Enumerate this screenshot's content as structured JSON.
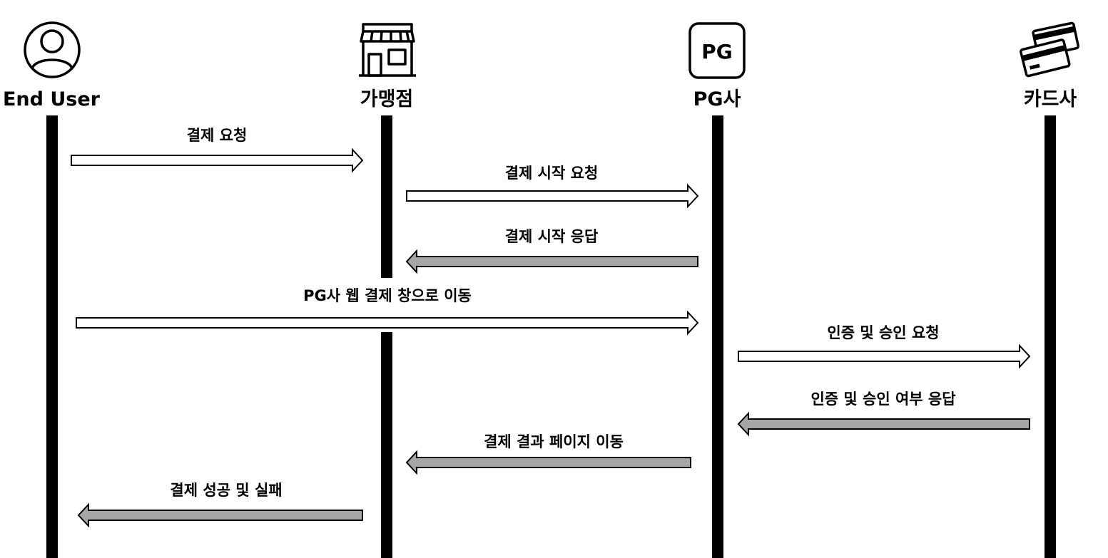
{
  "actors": [
    {
      "id": "user",
      "label": "End User",
      "icon": "user-icon"
    },
    {
      "id": "merchant",
      "label": "가맹점",
      "icon": "store-icon"
    },
    {
      "id": "pg",
      "label": "PG사",
      "icon": "pg-icon"
    },
    {
      "id": "card",
      "label": "카드사",
      "icon": "credit-card-icon"
    }
  ],
  "messages": [
    {
      "label": "결제 요청",
      "from": "user",
      "to": "merchant",
      "kind": "request"
    },
    {
      "label": "결제 시작 요청",
      "from": "merchant",
      "to": "pg",
      "kind": "request"
    },
    {
      "label": "결제 시작 응답",
      "from": "pg",
      "to": "merchant",
      "kind": "response"
    },
    {
      "label": "PG사 웹 결제 창으로 이동",
      "from": "user",
      "to": "pg",
      "kind": "request"
    },
    {
      "label": "인증 및 승인 요청",
      "from": "pg",
      "to": "card",
      "kind": "request"
    },
    {
      "label": "인증 및 승인 여부 응답",
      "from": "card",
      "to": "pg",
      "kind": "response"
    },
    {
      "label": "결제 결과 페이지 이동",
      "from": "pg",
      "to": "merchant",
      "kind": "response"
    },
    {
      "label": "결제 성공 및 실패",
      "from": "merchant",
      "to": "user",
      "kind": "response"
    }
  ],
  "icons": {
    "pg_icon_text": "PG"
  },
  "colors": {
    "line": "#000000",
    "request_fill": "#ffffff",
    "response_fill": "#a6a6a6"
  }
}
